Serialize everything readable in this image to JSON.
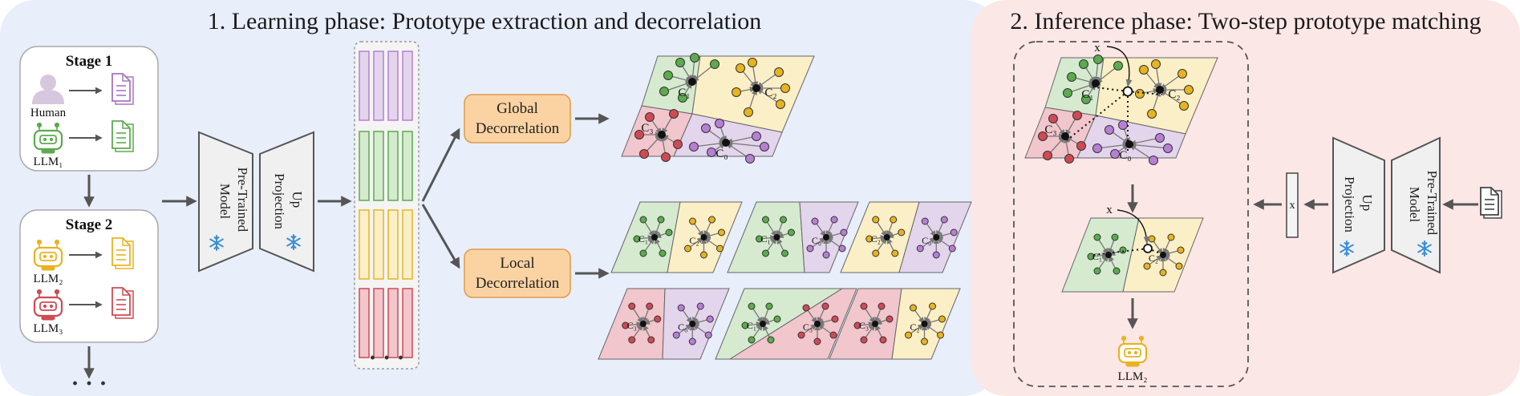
{
  "learning": {
    "title": "1. Learning phase: Prototype extraction and decorrelation",
    "stage1": {
      "title": "Stage  1",
      "source1": "Human",
      "source2": "LLM₁"
    },
    "stage2": {
      "title": "Stage  2",
      "source1": "LLM₂",
      "source2": "LLM₃"
    },
    "more": "· · ·",
    "model": "Pre-Trained Model",
    "model_line1": "Pre-Trained",
    "model_line2": "Model",
    "projection_line1": "Up",
    "projection_line2": "Projection",
    "bank_more": "· · ·",
    "global_line1": "Global",
    "global_line2": "Decorrelation",
    "local_line1": "Local",
    "local_line2": "Decorrelation"
  },
  "clusters": {
    "c0": "C₀",
    "c1": "C₁",
    "c2": "C₂",
    "c3": "C₃"
  },
  "inference": {
    "title": "2. Inference phase: Two-step prototype matching",
    "query": "x",
    "vector_label": "x",
    "result": "LLM₂",
    "model_line1": "Pre-Trained",
    "model_line2": "Model",
    "projection_line1": "Up",
    "projection_line2": "Projection"
  },
  "colors": {
    "learning_bg": "#e8eefa",
    "inference_bg": "#fbe7e6",
    "purple": "#b77fd3",
    "green": "#5cab4e",
    "yellow": "#e8b320",
    "red": "#cf4a54",
    "orange_box": "#fbd3a2",
    "snowflake": "#3d8fd6"
  }
}
